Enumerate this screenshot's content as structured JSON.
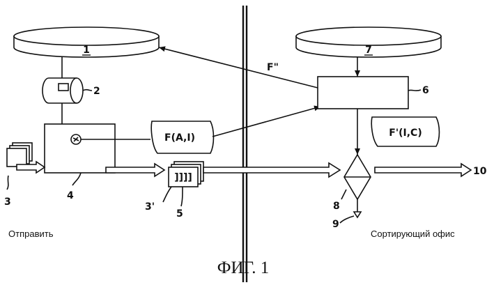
{
  "labels": {
    "disk1": "1",
    "disk7": "7",
    "n2": "2",
    "n3": "3",
    "n3p": "3'",
    "n4": "4",
    "n5": "5",
    "n6": "6",
    "n8": "8",
    "n9": "9",
    "n10": "10",
    "f_arrow": "F\"",
    "card_fai": "F(A,I)",
    "card_fic": "F'(I,C)",
    "stack_marks": "]]]]"
  },
  "titles": {
    "left": "Отправить",
    "right": "Сортирующий офис"
  },
  "caption": "ФИГ. 1"
}
